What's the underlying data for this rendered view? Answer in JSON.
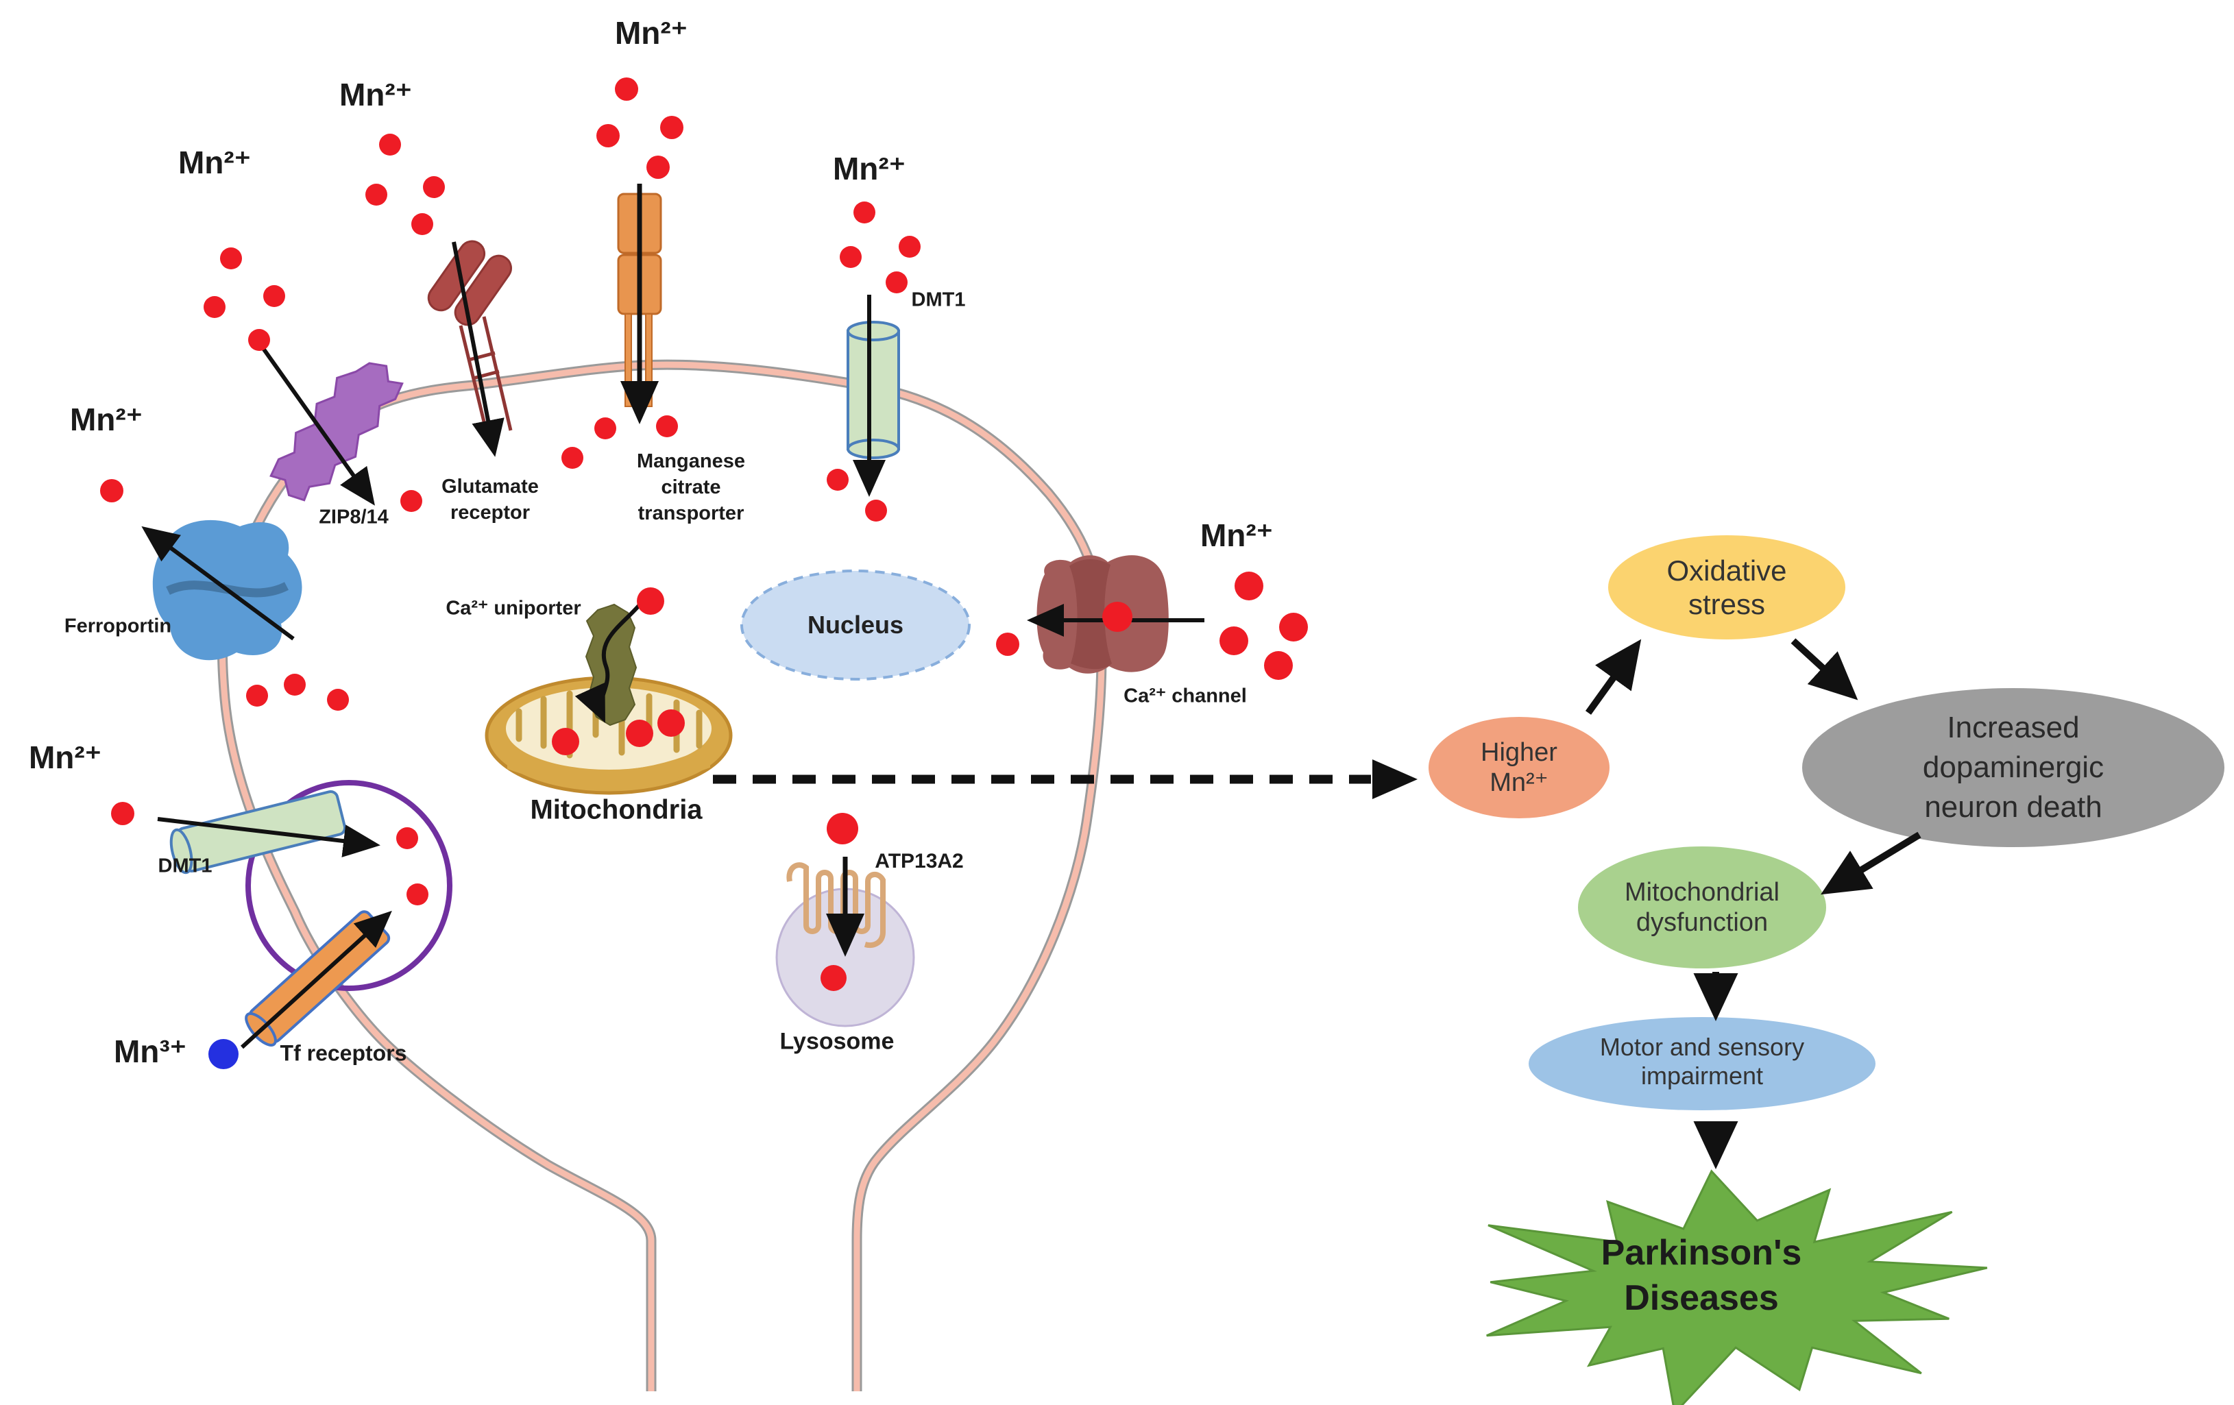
{
  "molecule_labels": {
    "mn2": "Mn²⁺",
    "mn3": "Mn³⁺"
  },
  "transporter_labels": {
    "zip814": "ZIP8/14",
    "glutamate_line1": "Glutamate",
    "glutamate_line2": "receptor",
    "mct_line1": "Manganese",
    "mct_line2": "citrate",
    "mct_line3": "transporter",
    "dmt1_top": "DMT1",
    "dmt1_left": "DMT1",
    "ferroportin": "Ferroportin",
    "ca_uniporter": "Ca²⁺ uniporter",
    "ca_channel": "Ca²⁺ channel",
    "atp13a2": "ATP13A2",
    "tf_receptors": "Tf receptors"
  },
  "organelle_labels": {
    "nucleus": "Nucleus",
    "mitochondria": "Mitochondria",
    "lysosome": "Lysosome"
  },
  "flowchart": {
    "higher_mn_line1": "Higher",
    "higher_mn_line2": "Mn²⁺",
    "oxidative_line1": "Oxidative",
    "oxidative_line2": "stress",
    "neuron_death_line1": "Increased",
    "neuron_death_line2": "dopaminergic",
    "neuron_death_line3": "neuron death",
    "mito_line1": "Mitochondrial",
    "mito_line2": "dysfunction",
    "motor_line1": "Motor and sensory",
    "motor_line2": "impairment",
    "parkinsons_line1": "Parkinson's",
    "parkinsons_line2": "Diseases"
  },
  "molecules": {
    "mn2_dots": [
      [
        337,
        377,
        16
      ],
      [
        313,
        448,
        16
      ],
      [
        400,
        432,
        16
      ],
      [
        378,
        496,
        16
      ],
      [
        569,
        211,
        16
      ],
      [
        549,
        284,
        16
      ],
      [
        633,
        273,
        16
      ],
      [
        616,
        327,
        16
      ],
      [
        914,
        130,
        17
      ],
      [
        887,
        198,
        17
      ],
      [
        980,
        186,
        17
      ],
      [
        960,
        244,
        17
      ],
      [
        1261,
        310,
        16
      ],
      [
        1241,
        375,
        16
      ],
      [
        1327,
        360,
        16
      ],
      [
        1308,
        412,
        16
      ],
      [
        163,
        716,
        17
      ],
      [
        600,
        731,
        16
      ],
      [
        835,
        668,
        16
      ],
      [
        883,
        625,
        16
      ],
      [
        973,
        622,
        16
      ],
      [
        1222,
        700,
        16
      ],
      [
        1278,
        745,
        16
      ],
      [
        375,
        1015,
        16
      ],
      [
        430,
        999,
        16
      ],
      [
        493,
        1021,
        16
      ],
      [
        1470,
        940,
        17
      ],
      [
        1630,
        900,
        22
      ],
      [
        1822,
        855,
        21
      ],
      [
        1800,
        935,
        21
      ],
      [
        1887,
        915,
        21
      ],
      [
        1865,
        971,
        21
      ],
      [
        949,
        877,
        20
      ],
      [
        825,
        1082,
        20
      ],
      [
        933,
        1070,
        20
      ],
      [
        979,
        1055,
        20
      ],
      [
        1229,
        1209,
        23
      ],
      [
        1216,
        1427,
        19
      ],
      [
        179,
        1187,
        17
      ],
      [
        594,
        1223,
        16
      ],
      [
        609,
        1305,
        16
      ]
    ],
    "mn3_dot": [
      326,
      1538,
      22
    ]
  },
  "colors": {
    "mn2_dot": "#EE1C25",
    "mn3_dot": "#2430E0",
    "membrane_pink": "#F6BCAC",
    "membrane_gray": "#9A9A9A",
    "zip814": "#A66CC0",
    "zip814_edge": "#8A49A8",
    "glutamate": "#AD4A47",
    "glutamate_edge": "#8F3634",
    "mct_orange": "#E8954F",
    "mct_edge": "#C06A28",
    "dmt1_green": "#CFE3C2",
    "dmt1_edge": "#4A7EBB",
    "ferroportin": "#5B9BD5",
    "ferroportin_dark": "#41719C",
    "nucleus_fill": "#CADCF2",
    "nucleus_edge": "#88AEDC",
    "mito_outer": "#D8A848",
    "mito_edge": "#C08A2E",
    "mito_inner": "#F6ECCE",
    "mito_cristae": "#C79F45",
    "uniporter": "#75753B",
    "uniporter_edge": "#5C5D2B",
    "lysosome_fill": "#DEDAE9",
    "lysosome_edge": "#BFB4D6",
    "atp13a2": "#D9A878",
    "ca_channel": "#A25B59",
    "ca_channel_dark": "#8E4745",
    "endosome": "#7030A0",
    "tf_orange": "#ED9950",
    "tf_edge": "#4472C4",
    "node_higher_mn": "#F2A17E",
    "node_oxidative": "#FBD36F",
    "node_neuron_death": "#9D9D9D",
    "node_mito": "#A9D18E",
    "node_motor": "#9DC3E6",
    "node_parkinsons": "#6CAE45",
    "node_parkinsons_edge": "#5A9639",
    "arrow": "#111111"
  }
}
